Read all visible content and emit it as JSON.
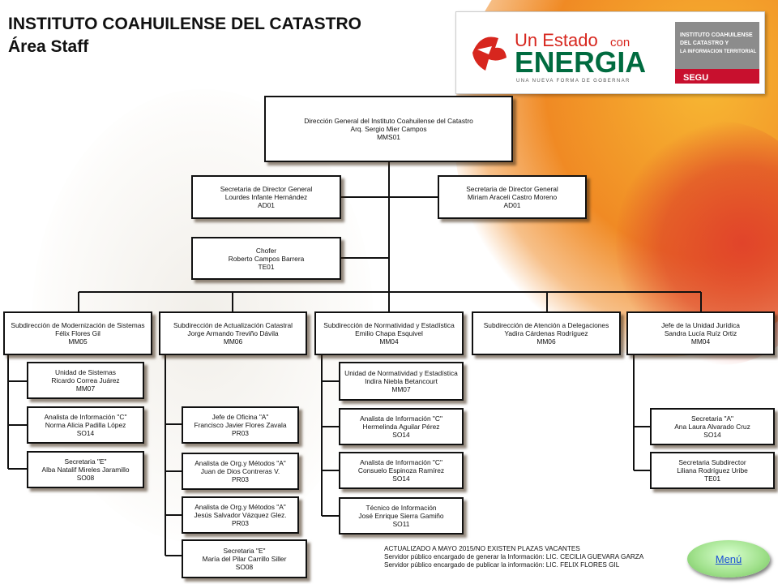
{
  "header": {
    "title_line1": "INSTITUTO COAHUILENSE DEL CATASTRO",
    "title_line2": "Área Staff"
  },
  "logo": {
    "slogan_top": "Un Estado",
    "slogan_con": "con",
    "slogan_main": "ENERGIA",
    "slogan_sub": "UNA NUEVA FORMA DE GOBERNAR",
    "institute_line1": "INSTITUTO COAHUILENSE",
    "institute_line2": "DEL CATASTRO Y",
    "institute_line3": "LA INFORMACION TERRITORIAL",
    "segu": "SEGU"
  },
  "org": {
    "director": [
      "Dirección General del Instituto Coahuilense del Catastro",
      "Arq. Sergio Mier Campos",
      "MMS01"
    ],
    "secretaria_left": [
      "Secretaria de Director General",
      "Lourdes Infante Hernández",
      "AD01"
    ],
    "secretaria_right": [
      "Secretaria de Director General",
      "Miriam Araceli Castro Moreno",
      "AD01"
    ],
    "chofer": [
      "Chofer",
      "Roberto Campos Barrera",
      "TE01"
    ],
    "sub_modernizacion": [
      "Subdirección de Modernización de Sistemas",
      "Félix Flores Gil",
      "MM05"
    ],
    "sub_actualizacion": [
      "Subdirección de Actualización Catastral",
      "Jorge Armando Treviño Dávila",
      "MM06"
    ],
    "sub_normatividad": [
      "Subdirección de Normatividad y Estadística",
      "Emilio Chapa Esquivel",
      "MM04"
    ],
    "sub_atencion": [
      "Subdirección de Atención a Delegaciones",
      "Yadira Cárdenas Rodríguez",
      "MM06"
    ],
    "jefe_juridica": [
      "Jefe de la Unidad Jurídica",
      "Sandra Lucía Ruíz Ortiz",
      "MM04"
    ],
    "unidad_sistemas": [
      "Unidad de Sistemas",
      "Ricardo Correa Juárez",
      "MM07"
    ],
    "analista_c_modern": [
      "Analista de Información \"C\"",
      "Norma Alicia Padilla López",
      "SO14"
    ],
    "secretaria_e_modern": [
      "Secretaria \"E\"",
      "Alba Natalif Mireles Jaramillo",
      "SO08"
    ],
    "jefe_oficina": [
      "Jefe de Oficina \"A\"",
      "Francisco Javier Flores Zavala",
      "PR03"
    ],
    "analista_org_1": [
      "Analista de Org.y Métodos \"A\"",
      "Juan de Dios Contreras V.",
      "PR03"
    ],
    "analista_org_2": [
      "Analista de Org.y Métodos \"A\"",
      "Jesús Salvador Vázquez Glez.",
      "PR03"
    ],
    "secretaria_e_actual": [
      "Secretaria \"E\"",
      "María del Pilar Carrillo Siller",
      "SO08"
    ],
    "unidad_normatividad": [
      "Unidad de Normatividad y Estadística",
      "Indira Niebla Betancourt",
      "MM07"
    ],
    "analista_c_norm_1": [
      "Analista de Información \"C\"",
      "Hermelinda Aguilar Pérez",
      "SO14"
    ],
    "analista_c_norm_2": [
      "Analista de Información \"C\"",
      "Consuelo Espinoza Ramírez",
      "SO14"
    ],
    "tecnico_info": [
      "Técnico de Información",
      "José Enrique Sierra Gamiño",
      "SO11"
    ],
    "secretaria_a": [
      "Secretaria \"A\"",
      "Ana Laura Alvarado Cruz",
      "SO14"
    ],
    "secretaria_subdirector": [
      "Secretaria Subdirector",
      "Liliana  Rodríguez Uribe",
      "TE01"
    ]
  },
  "footer": {
    "line1": "ACTUALIZADO A MAYO 2015/NO EXISTEN PLAZAS VACANTES",
    "line2": "Servidor público encargado de generar la Información: LIC. CECILIA GUEVARA GARZA",
    "line3": "Servidor público encargado de publicar la información: LIC. FELIX FLORES GIL"
  },
  "menu_button": {
    "label": "Menú"
  },
  "colors": {
    "accent_orange": "#f29a2e",
    "accent_red": "#d7261e",
    "brand_green": "#006b3f",
    "segu_red": "#c8102e"
  }
}
